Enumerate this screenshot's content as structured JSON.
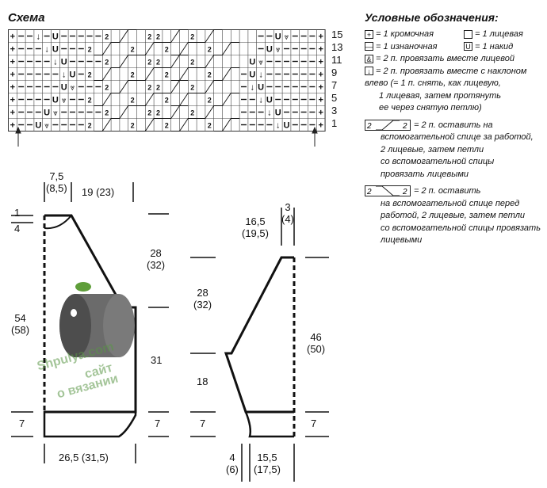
{
  "scheme_title": "Схема",
  "legend": {
    "title": "Условные обозначения:",
    "items": [
      {
        "symbol": "+",
        "text": "= 1 кромочная"
      },
      {
        "symbol": "",
        "text": "= 1 лицевая"
      },
      {
        "symbol": "—",
        "text": "= 1 изнаночная"
      },
      {
        "symbol": "U",
        "text": "= 1 накид"
      },
      {
        "symbol": "&",
        "text": "= 2 п. провязать вместе лицевой"
      },
      {
        "symbol": "↓",
        "text": "= 2 п. провязать вместе с наклоном"
      }
    ],
    "slant_cont": [
      "влево (= 1 п. снять, как лицевую,",
      "1 лицевая, затем протянуть",
      "ее через снятую петлю)"
    ],
    "cable_back": {
      "label": "2",
      "text": [
        "= 2 п. оставить на",
        "вспомогательной спице за работой,",
        "2 лицевые, затем петли",
        "со вспомогательной спицы",
        "провязать лицевыми"
      ]
    },
    "cable_front": {
      "label": "2",
      "text": [
        "= 2 п. оставить",
        "на вспомогательной спице перед",
        "работой, 2 лицевые, затем петли",
        "со вспомогательной спицы провязать",
        "лицевыми"
      ]
    }
  },
  "chart": {
    "row_numbers": [
      "15",
      "13",
      "11",
      "9",
      "7",
      "5",
      "3",
      "1"
    ],
    "rows": [
      [
        "+",
        "—",
        "—",
        "↓",
        "—",
        "U",
        "—",
        "—",
        "—",
        "—",
        "—",
        "2",
        "",
        "",
        "",
        "",
        "2",
        "2",
        "",
        "",
        "",
        "2",
        "",
        "",
        "",
        "",
        "",
        "",
        "",
        "—",
        "—",
        "U",
        "&",
        "—",
        "—",
        "—",
        "+"
      ],
      [
        "+",
        "—",
        "—",
        "—",
        "↓",
        "U",
        "—",
        "—",
        "—",
        "2",
        "",
        "",
        "",
        "",
        "2",
        "",
        "",
        "",
        "2",
        "",
        "",
        "",
        "",
        "2",
        "",
        "",
        "",
        "",
        "",
        "—",
        "U",
        "&",
        "—",
        "—",
        "—",
        "—",
        "+"
      ],
      [
        "+",
        "—",
        "—",
        "—",
        "—",
        "↓",
        "U",
        "—",
        "—",
        "—",
        "—",
        "2",
        "",
        "",
        "",
        "",
        "2",
        "2",
        "",
        "",
        "",
        "2",
        "",
        "",
        "",
        "",
        "",
        "",
        "U",
        "&",
        "—",
        "—",
        "—",
        "—",
        "—",
        "—",
        "+"
      ],
      [
        "+",
        "—",
        "—",
        "—",
        "—",
        "—",
        "↓",
        "U",
        "—",
        "2",
        "",
        "",
        "",
        "",
        "2",
        "",
        "",
        "",
        "2",
        "",
        "",
        "",
        "",
        "2",
        "",
        "",
        "",
        "—",
        "U",
        "↓",
        "—",
        "—",
        "—",
        "—",
        "—",
        "—",
        "+"
      ],
      [
        "+",
        "—",
        "—",
        "—",
        "—",
        "—",
        "U",
        "&",
        "—",
        "—",
        "—",
        "2",
        "",
        "",
        "",
        "",
        "2",
        "2",
        "",
        "",
        "",
        "2",
        "",
        "",
        "",
        "",
        "",
        "—",
        "↓",
        "U",
        "—",
        "—",
        "—",
        "—",
        "—",
        "—",
        "+"
      ],
      [
        "+",
        "—",
        "—",
        "—",
        "—",
        "U",
        "&",
        "—",
        "—",
        "2",
        "",
        "",
        "",
        "",
        "2",
        "",
        "",
        "",
        "2",
        "",
        "",
        "",
        "",
        "2",
        "",
        "",
        "",
        "—",
        "—",
        "↓",
        "U",
        "—",
        "—",
        "—",
        "—",
        "—",
        "+"
      ],
      [
        "+",
        "—",
        "—",
        "—",
        "U",
        "&",
        "—",
        "—",
        "—",
        "—",
        "—",
        "2",
        "",
        "",
        "",
        "",
        "2",
        "2",
        "",
        "",
        "",
        "2",
        "",
        "",
        "",
        "",
        "",
        "—",
        "—",
        "—",
        "↓",
        "U",
        "—",
        "—",
        "—",
        "—",
        "+"
      ],
      [
        "+",
        "—",
        "—",
        "U",
        "&",
        "—",
        "—",
        "—",
        "—",
        "2",
        "",
        "",
        "",
        "",
        "2",
        "",
        "",
        "",
        "2",
        "",
        "",
        "",
        "",
        "2",
        "",
        "",
        "",
        "—",
        "—",
        "—",
        "—",
        "↓",
        "U",
        "—",
        "—",
        "—",
        "+"
      ]
    ]
  },
  "back": {
    "dims": {
      "top_width": [
        "7,5",
        "(8,5)"
      ],
      "shoulder": [
        "19 (23)"
      ],
      "neck_drop": [
        "1",
        "4"
      ],
      "armhole": [
        "28",
        "(32)"
      ],
      "total_height": [
        "54",
        "(58)"
      ],
      "body_height": [
        "31"
      ],
      "rib_left": [
        "7"
      ],
      "rib_right": [
        "7"
      ],
      "bottom_width": [
        "26,5 (31,5)"
      ]
    }
  },
  "sleeve": {
    "dims": {
      "top_width": [
        "3",
        "(4)"
      ],
      "cap_width": [
        "16,5",
        "(19,5)"
      ],
      "cap_height": [
        "28",
        "(32)"
      ],
      "total_height": [
        "46",
        "(50)"
      ],
      "lower_height": [
        "18"
      ],
      "rib_left": [
        "7"
      ],
      "rib_right": [
        "7"
      ],
      "cuff_offset": [
        "4",
        "(6)"
      ],
      "cuff_width": [
        "15,5",
        "(17,5)"
      ]
    }
  },
  "watermark": {
    "line1": "Shpulya.com",
    "line2": "сайт",
    "line3": "о вязании"
  }
}
